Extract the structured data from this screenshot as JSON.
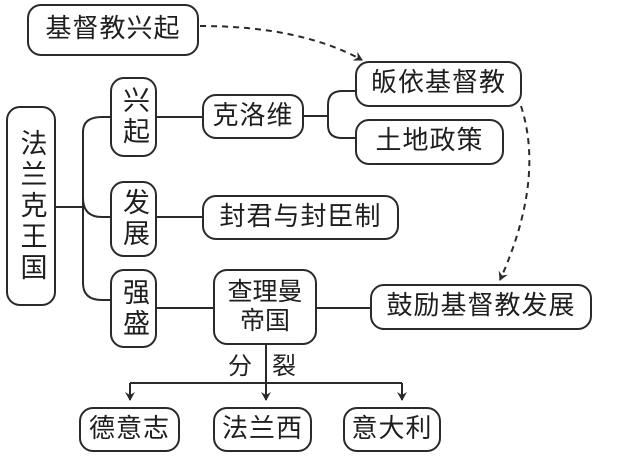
{
  "diagram": {
    "type": "concept-map",
    "nodes": {
      "christianity_rise": "基督教兴起",
      "frankish_kingdom": "法兰克王国",
      "stage_rise": "兴起",
      "stage_develop": "发展",
      "stage_strong": "强盛",
      "clovis": "克洛维",
      "convert_christianity": "皈依基督教",
      "land_policy": "土地政策",
      "vassalage": "封君与封臣制",
      "charlemagne_line1": "查理曼",
      "charlemagne_line2": "帝国",
      "encourage_christianity": "鼓励基督教发展",
      "germany": "德意志",
      "france": "法兰西",
      "italy": "意大利"
    },
    "split_label": [
      "分",
      "裂"
    ],
    "edges": [
      {
        "from": "frankish_kingdom",
        "to": "stage_rise",
        "style": "solid"
      },
      {
        "from": "frankish_kingdom",
        "to": "stage_develop",
        "style": "solid"
      },
      {
        "from": "frankish_kingdom",
        "to": "stage_strong",
        "style": "solid"
      },
      {
        "from": "stage_rise",
        "to": "clovis",
        "style": "solid"
      },
      {
        "from": "clovis",
        "to": "convert_christianity",
        "style": "solid"
      },
      {
        "from": "clovis",
        "to": "land_policy",
        "style": "solid"
      },
      {
        "from": "stage_develop",
        "to": "vassalage",
        "style": "solid"
      },
      {
        "from": "stage_strong",
        "to": "charlemagne_empire",
        "style": "solid"
      },
      {
        "from": "charlemagne_empire",
        "to": "encourage_christianity",
        "style": "solid"
      },
      {
        "from": "charlemagne_empire",
        "to": "germany",
        "style": "arrow"
      },
      {
        "from": "charlemagne_empire",
        "to": "france",
        "style": "arrow"
      },
      {
        "from": "charlemagne_empire",
        "to": "italy",
        "style": "arrow"
      },
      {
        "from": "christianity_rise",
        "to": "convert_christianity",
        "style": "dashed-arrow"
      },
      {
        "from": "convert_christianity",
        "to": "encourage_christianity",
        "style": "dashed-arrow"
      }
    ]
  }
}
